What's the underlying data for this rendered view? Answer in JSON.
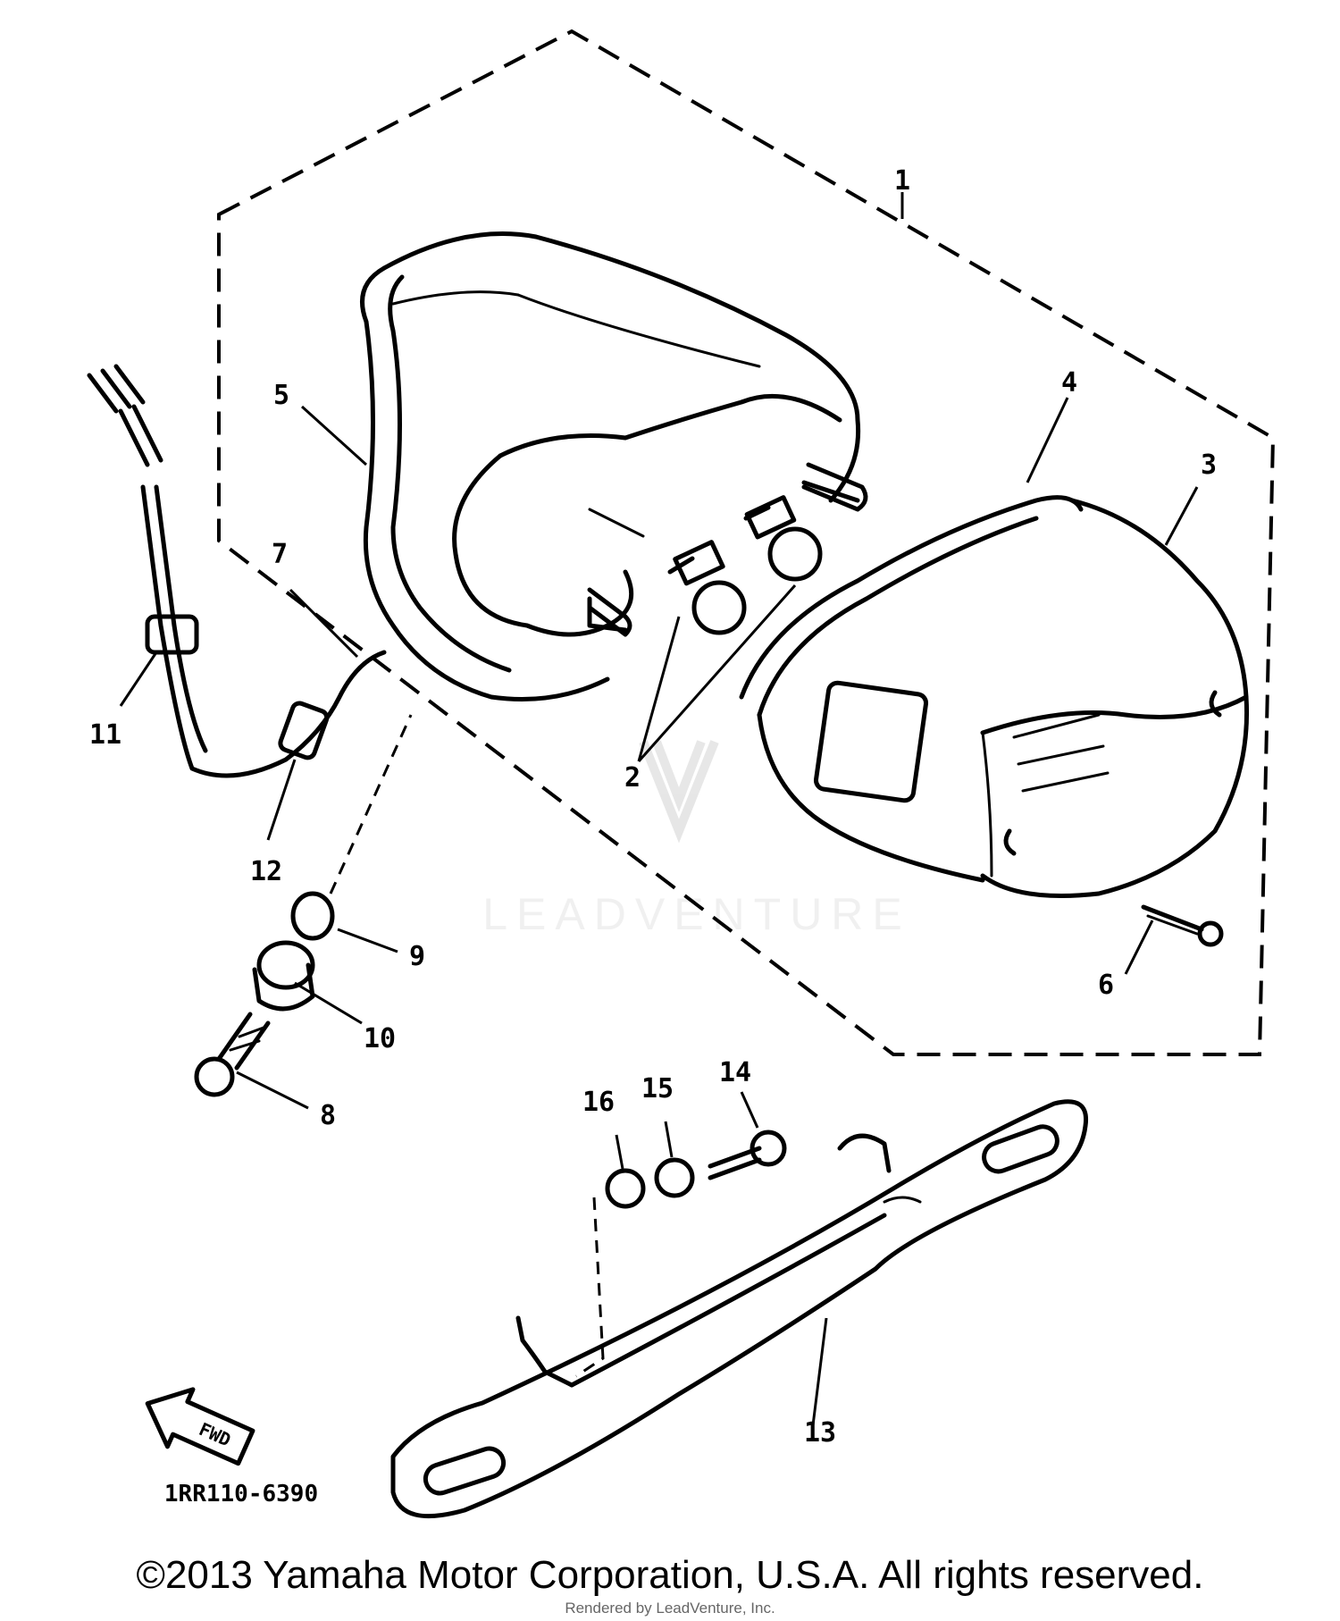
{
  "watermark": {
    "brand": "LEADVENTURE"
  },
  "diagram": {
    "callouts": [
      "1",
      "2",
      "3",
      "4",
      "5",
      "6",
      "7",
      "8",
      "9",
      "10",
      "11",
      "12",
      "13",
      "14",
      "15",
      "16"
    ],
    "part_code": "1RR110-6390",
    "direction_label": "FWD"
  },
  "footer": {
    "copyright": "©2013 Yamaha Motor Corporation, U.S.A. All rights reserved.",
    "rendered_by": "Rendered by LeadVenture, Inc."
  }
}
